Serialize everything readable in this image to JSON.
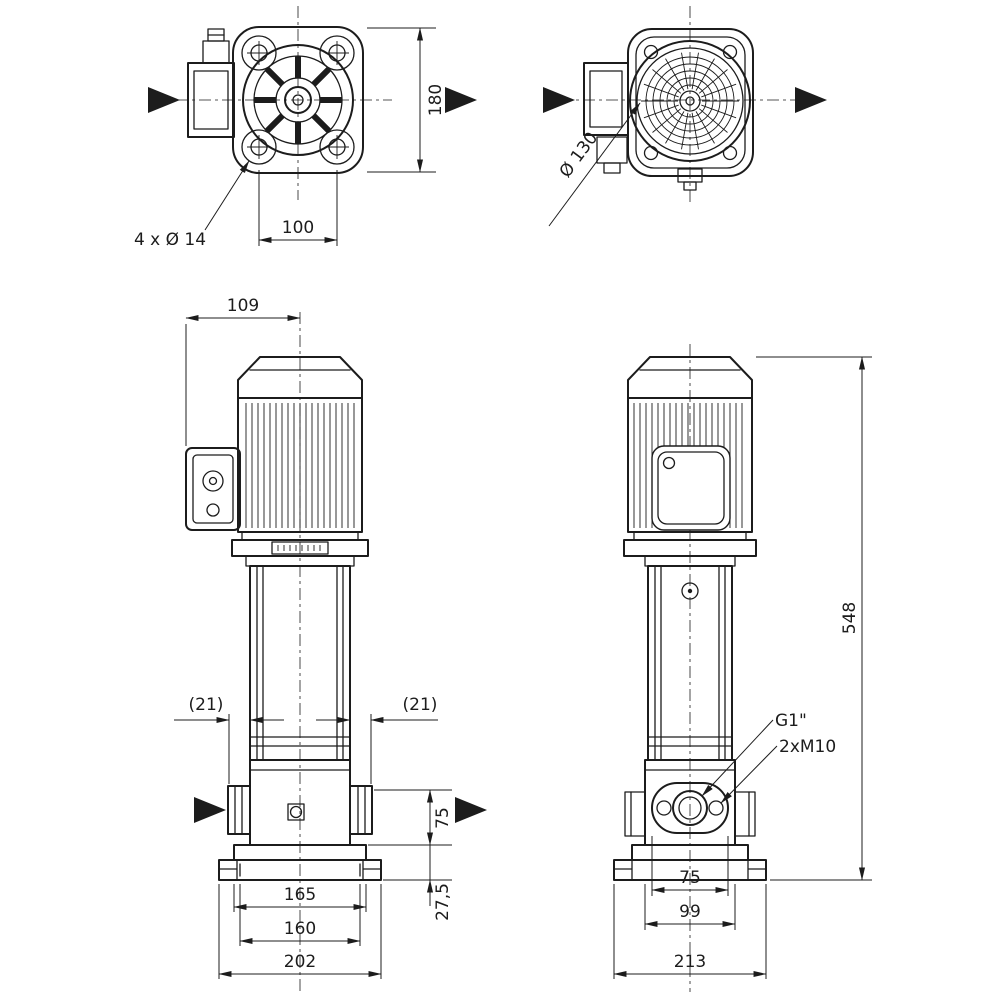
{
  "drawing": {
    "colors": {
      "line": "#1c1c1c",
      "background": "#ffffff"
    },
    "views": {
      "top_drive_end": {
        "dim_height": "180",
        "dim_hole_pitch": "100",
        "label_holes": "4 x Ø 14"
      },
      "top_fan_end": {
        "dim_diameter": "Ø 130"
      },
      "front": {
        "dim_box_offset": "109",
        "dim_left_clearance": "(21)",
        "dim_right_clearance": "(21)",
        "dim_port_height": "75",
        "dim_base_height": "27,5",
        "dim_span_outer": "165",
        "dim_span_feet": "160",
        "dim_base_width": "202"
      },
      "side": {
        "dim_total_height": "548",
        "label_port_thread": "G1\"",
        "label_flange_bolts": "2xM10",
        "dim_flange_width": "75",
        "dim_foot_span": "99",
        "dim_base_width": "213"
      }
    }
  }
}
